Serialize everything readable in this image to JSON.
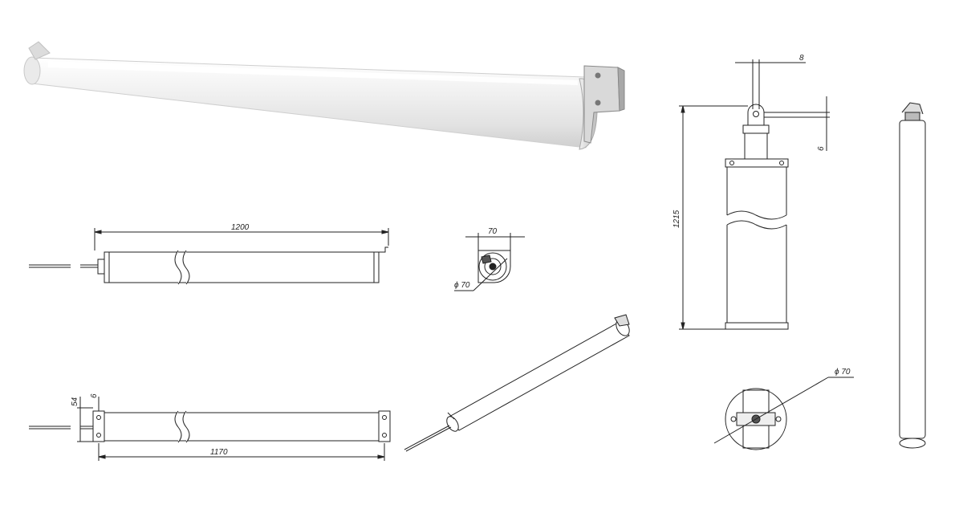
{
  "dimensions": {
    "side_length": "1200",
    "bottom_length": "1170",
    "bottom_height": "54",
    "bottom_offset": "6",
    "end_width": "70",
    "end_diameter": "ϕ 70",
    "vertical_length": "1215",
    "mount_hole": "8",
    "mount_thickness": "6",
    "round_diameter": "ϕ 70"
  },
  "colors": {
    "line": "#222222",
    "tube_light": "#f6f6f6",
    "tube_mid": "#e6e6e6",
    "tube_dark": "#c9c9c9"
  }
}
